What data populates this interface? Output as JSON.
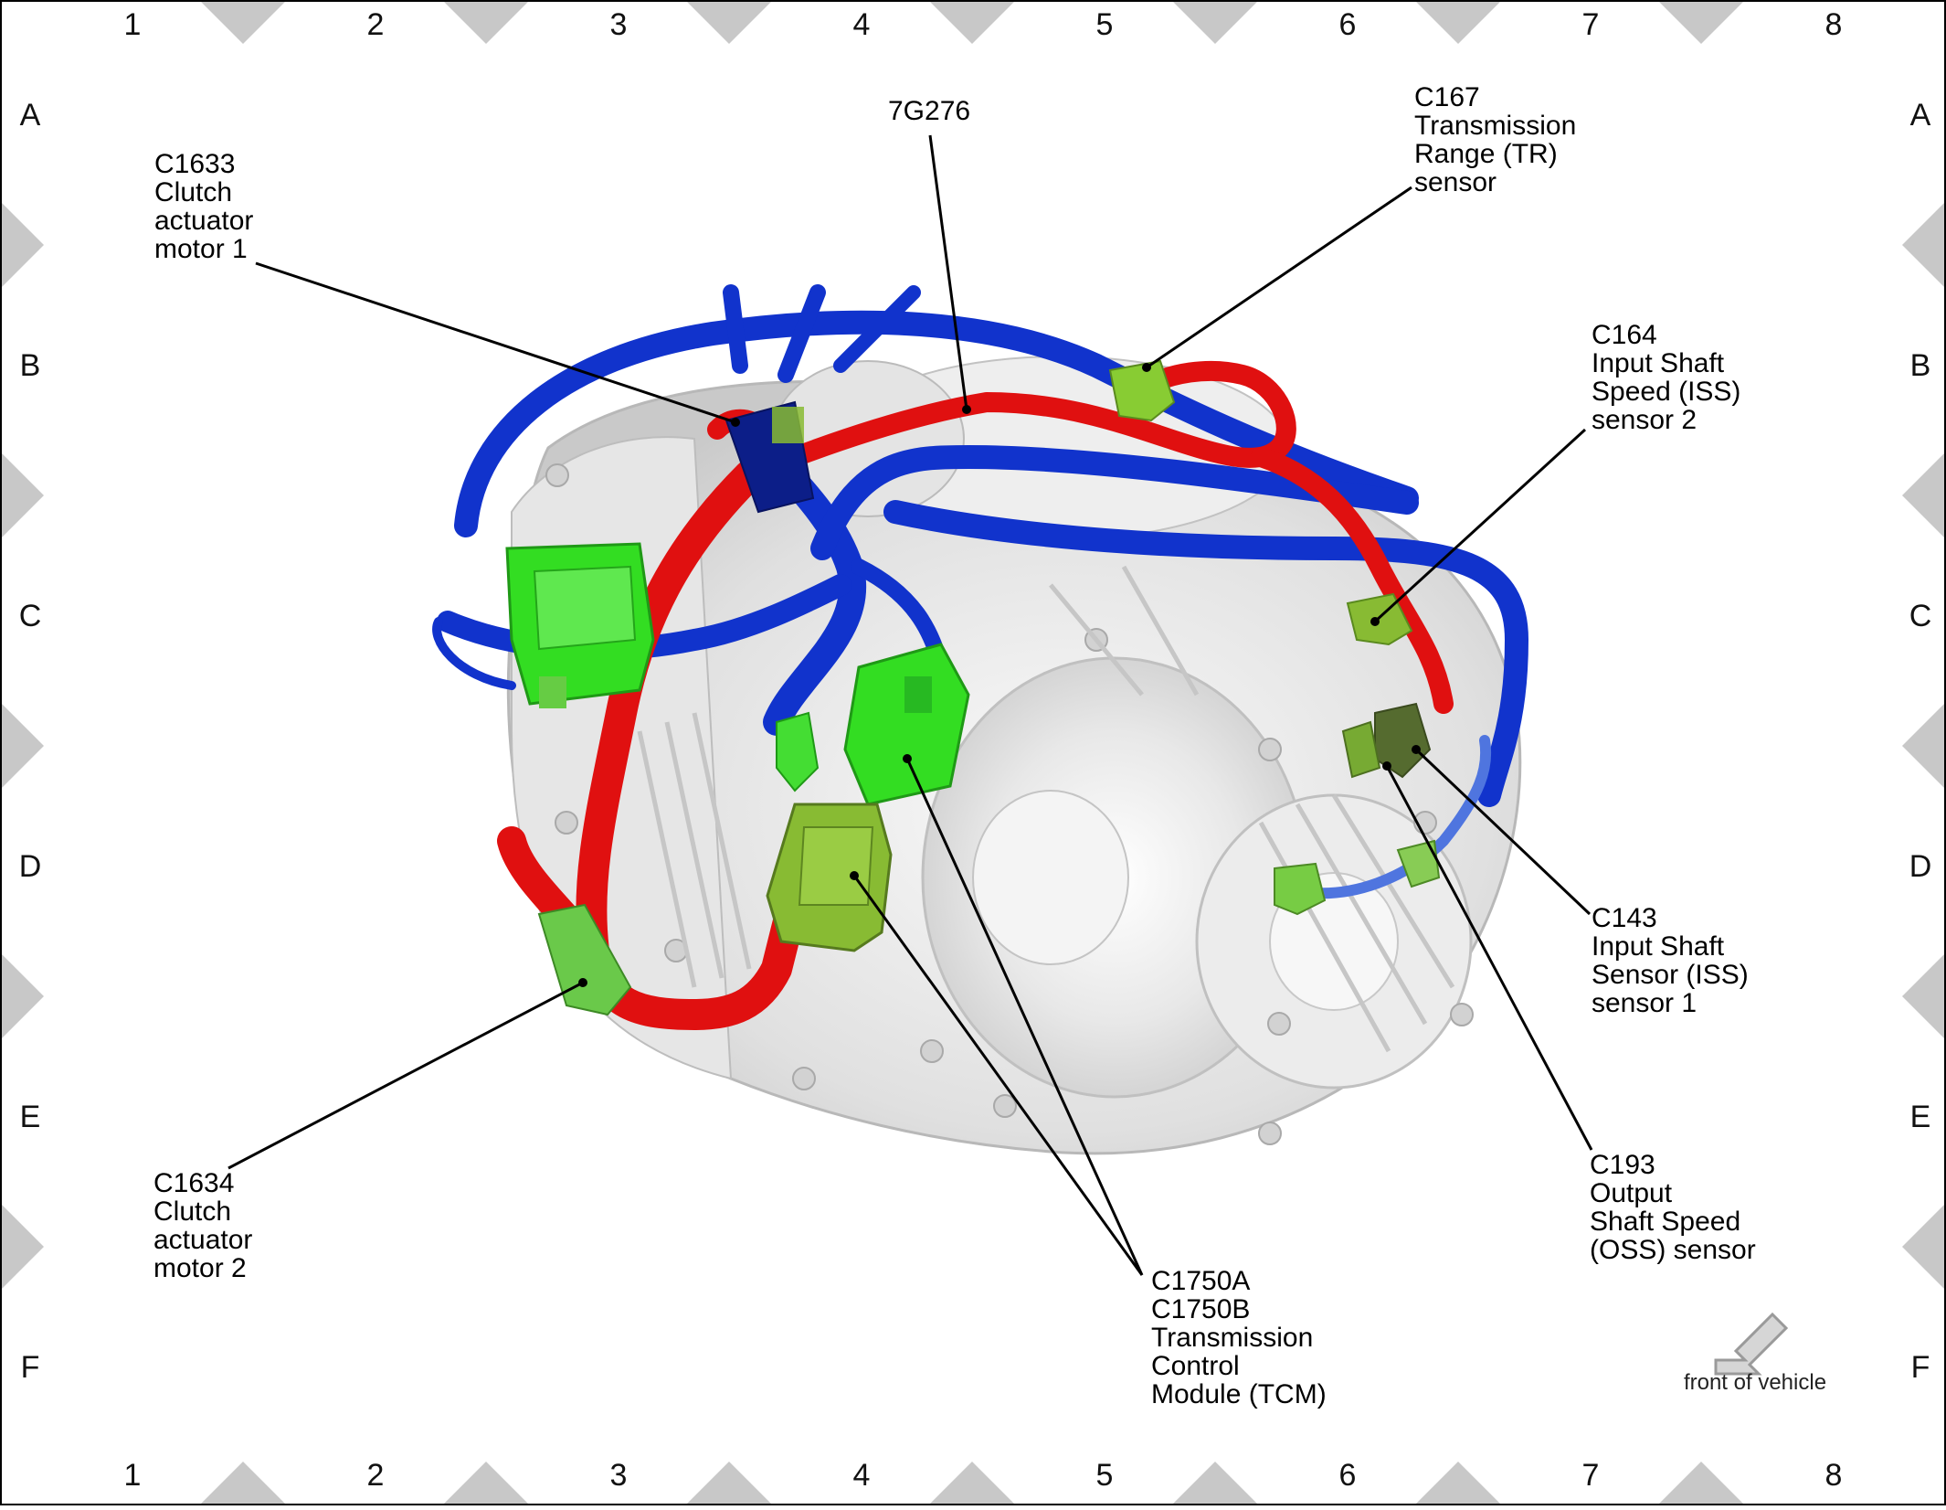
{
  "grid": {
    "columns": [
      "1",
      "2",
      "3",
      "4",
      "5",
      "6",
      "7",
      "8"
    ],
    "rows": [
      "A",
      "B",
      "C",
      "D",
      "E",
      "F"
    ]
  },
  "callouts": [
    {
      "id": "7g276",
      "lines": [
        "7G276"
      ]
    },
    {
      "id": "c1633",
      "lines": [
        "C1633",
        "Clutch",
        "actuator",
        "motor 1"
      ]
    },
    {
      "id": "c167",
      "lines": [
        "C167",
        "Transmission",
        "Range (TR)",
        "sensor"
      ]
    },
    {
      "id": "c164",
      "lines": [
        "C164",
        "Input Shaft",
        "Speed (ISS)",
        "sensor 2"
      ]
    },
    {
      "id": "c143",
      "lines": [
        "C143",
        "Input Shaft",
        "Sensor (ISS)",
        "sensor 1"
      ]
    },
    {
      "id": "c193",
      "lines": [
        "C193",
        "Output",
        "Shaft Speed",
        "(OSS) sensor"
      ]
    },
    {
      "id": "c1634",
      "lines": [
        "C1634",
        "Clutch",
        "actuator",
        "motor 2"
      ]
    },
    {
      "id": "c1750",
      "lines": [
        "C1750A",
        "C1750B",
        "Transmission",
        "Control",
        "Module (TCM)"
      ]
    }
  ],
  "front_of_vehicle": "front of vehicle",
  "colors": {
    "harness_blue": "#1133cc",
    "harness_red": "#e01010",
    "connector_green": "#33dd22",
    "connector_olive": "#88bb33",
    "housing_gray": "#dcdcdc",
    "diamond_gray": "#c8c8c8"
  }
}
